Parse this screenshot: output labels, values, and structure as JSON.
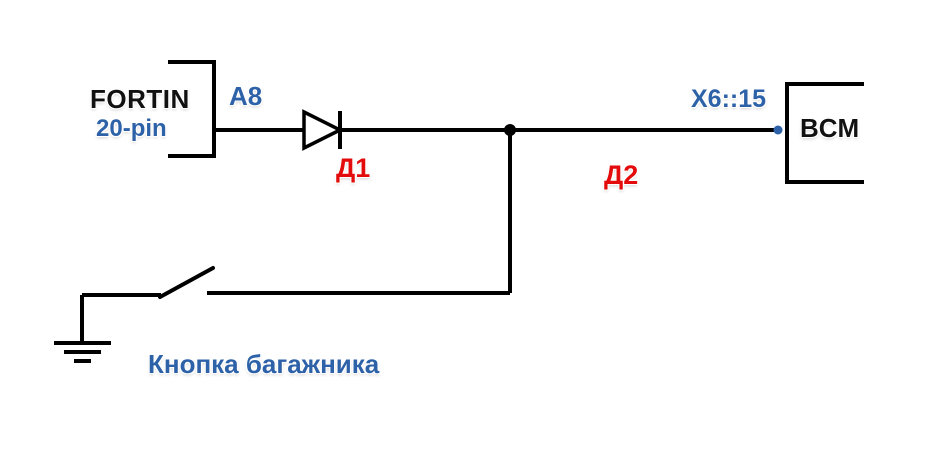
{
  "diagram": {
    "title_implicit": "trunk button wiring schematic",
    "fortin": {
      "name": "FORTIN",
      "connector": "20-pin",
      "pin": "A8"
    },
    "bcm": {
      "name": "BCM",
      "pin": "X6::15"
    },
    "wires": {
      "d1_label": "Д1",
      "d2_label": "Д2"
    },
    "switch_label": "Кнопка багажника",
    "colors": {
      "wire": "#000000",
      "accent_blue": "#2e62a8",
      "accent_red": "#e30b0b",
      "background": "#ffffff"
    }
  }
}
